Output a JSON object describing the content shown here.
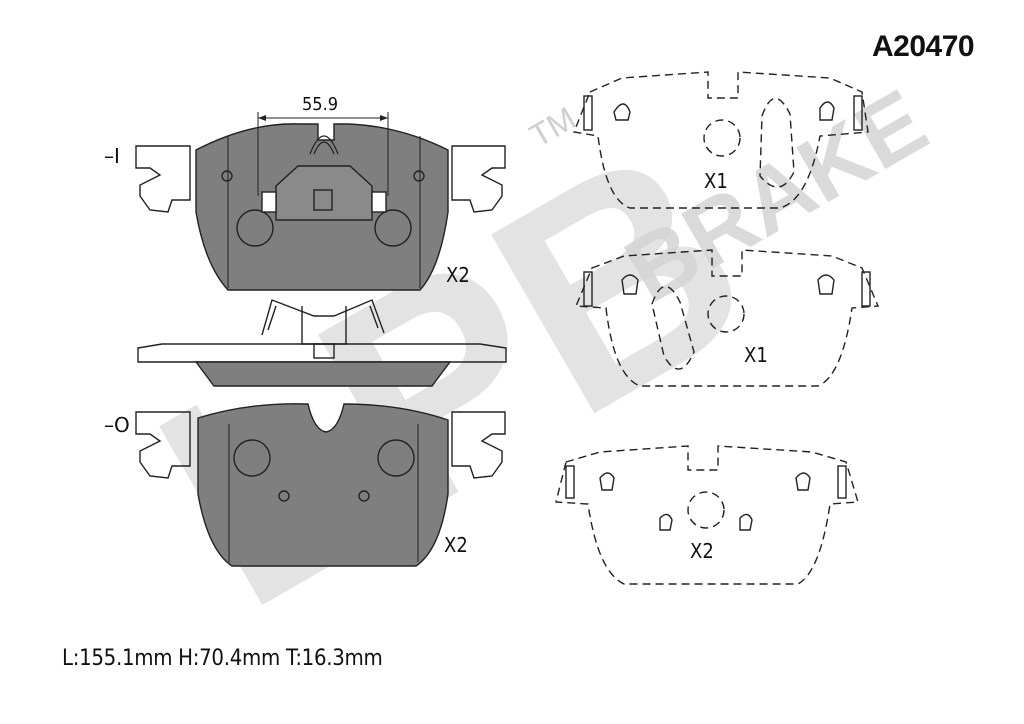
{
  "part_number": "A20470",
  "dimension_label": "55.9",
  "dims_text": "L:155.1mm  H:70.4mm  T:16.3mm",
  "pads": {
    "top_left_qty": "X2",
    "bottom_left_qty": "X2",
    "right_top_qty": "X1",
    "right_middle_qty": "X1",
    "right_bottom_qty": "X2"
  },
  "markers": {
    "top_marker": "–I",
    "bottom_marker": "–O"
  },
  "watermark": {
    "logo": "LPB",
    "brand": "BRAKE",
    "tm": "TM"
  },
  "colors": {
    "pad_fill": "#7f7f7f",
    "line": "#222222",
    "watermark": "#d6d6d6"
  }
}
